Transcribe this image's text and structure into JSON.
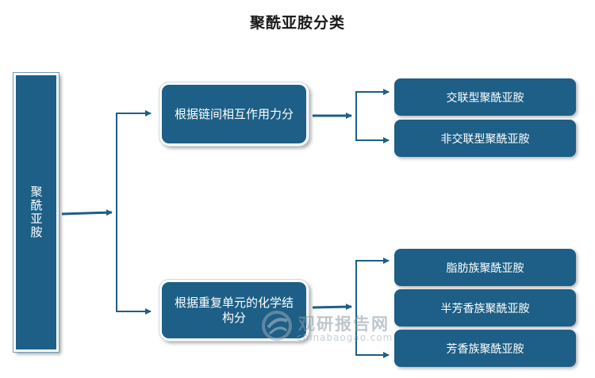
{
  "title": "聚酰亚胺分类",
  "root": {
    "label": "聚酰亚胺"
  },
  "groups": [
    {
      "label": "根据链间相互作用力分",
      "children": [
        "交联型聚酰亚胺",
        "非交联型聚酰亚胺"
      ]
    },
    {
      "label": "根据重复单元的化学结构分",
      "children": [
        "脂肪族聚酰亚胺",
        "半芳香族聚酰亚胺",
        "芳香族聚酰亚胺"
      ]
    }
  ],
  "watermark": {
    "text": "观研报告网",
    "sub": "chinabaogao.com"
  },
  "colors": {
    "box": "#1d5f86",
    "connector": "#1d5f86",
    "text_on_box": "#ffffff"
  }
}
